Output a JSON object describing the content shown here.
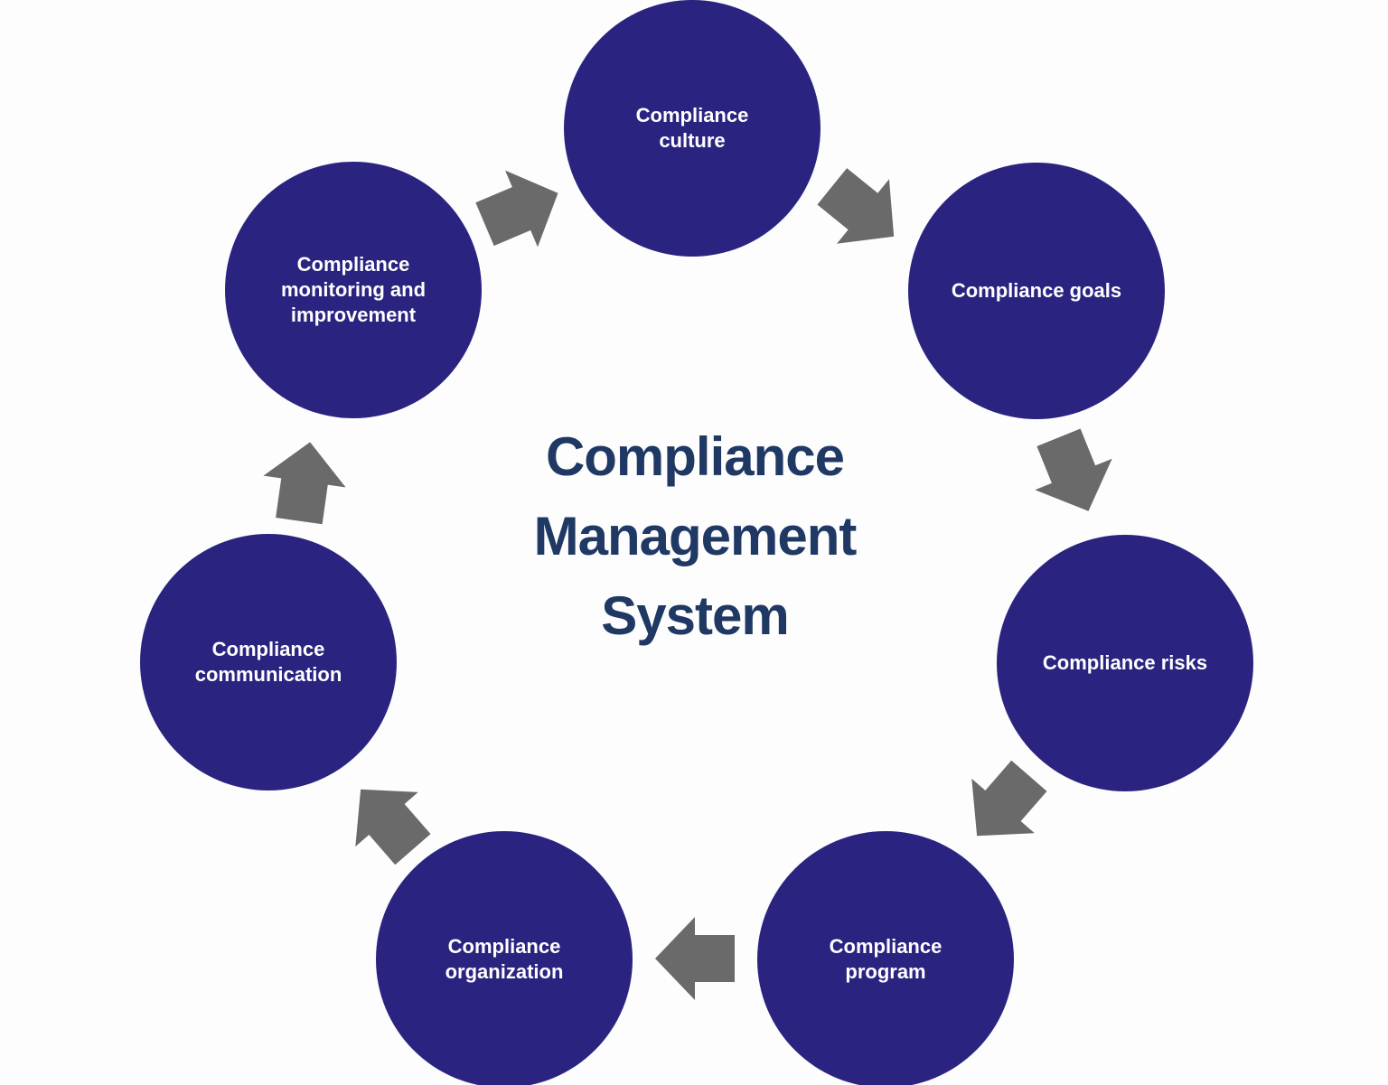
{
  "title": "Compliance Management System",
  "nodes": [
    {
      "id": "compliance-culture",
      "label": "Compliance culture"
    },
    {
      "id": "compliance-goals",
      "label": "Compliance goals"
    },
    {
      "id": "compliance-risks",
      "label": "Compliance risks"
    },
    {
      "id": "compliance-program",
      "label": "Compliance program"
    },
    {
      "id": "compliance-organization",
      "label": "Compliance organization"
    },
    {
      "id": "compliance-communication",
      "label": "Compliance communication"
    },
    {
      "id": "compliance-monitoring",
      "label": "Compliance monitoring and improvement"
    }
  ],
  "arrows": [
    {
      "from": "compliance-monitoring",
      "to": "compliance-culture",
      "direction": "up-right"
    },
    {
      "from": "compliance-culture",
      "to": "compliance-goals",
      "direction": "down-right"
    },
    {
      "from": "compliance-goals",
      "to": "compliance-risks",
      "direction": "down"
    },
    {
      "from": "compliance-risks",
      "to": "compliance-program",
      "direction": "down-left"
    },
    {
      "from": "compliance-program",
      "to": "compliance-organization",
      "direction": "left"
    },
    {
      "from": "compliance-organization",
      "to": "compliance-communication",
      "direction": "up-left"
    },
    {
      "from": "compliance-communication",
      "to": "compliance-monitoring",
      "direction": "up"
    }
  ],
  "flow": "clockwise",
  "colors": {
    "background": "#fdfdfd",
    "node_fill": "#2a2480",
    "node_text": "#ffffff",
    "title_color": "#1f3864",
    "arrow_fill": "#6a6a6a"
  }
}
